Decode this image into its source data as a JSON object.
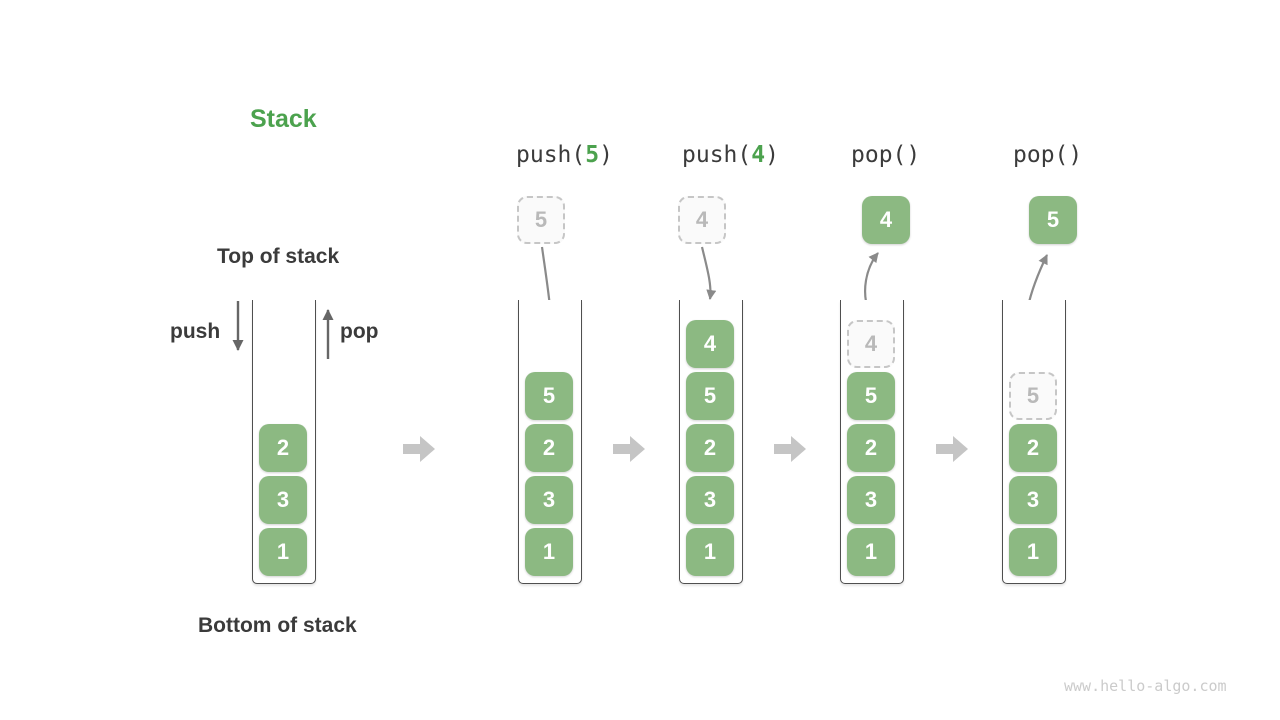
{
  "title": "Stack",
  "watermark": "www.hello-algo.com",
  "labels": {
    "top_of_stack": "Top of stack",
    "bottom_of_stack": "Bottom of stack",
    "push": "push",
    "pop": "pop"
  },
  "operations": [
    {
      "prefix": "push(",
      "arg": "5",
      "suffix": ")"
    },
    {
      "prefix": "push(",
      "arg": "4",
      "suffix": ")"
    },
    {
      "prefix": "pop()",
      "arg": "",
      "suffix": ""
    },
    {
      "prefix": "pop()",
      "arg": "",
      "suffix": ""
    }
  ],
  "floating_cells": [
    {
      "style": "dashed",
      "value": "5",
      "meaning": "element being pushed"
    },
    {
      "style": "dashed",
      "value": "4",
      "meaning": "element being pushed"
    },
    {
      "style": "solid",
      "value": "4",
      "meaning": "element popped out"
    },
    {
      "style": "solid",
      "value": "5",
      "meaning": "element popped out"
    }
  ],
  "stacks": [
    {
      "name": "initial",
      "cells": [
        {
          "style": "solid",
          "value": "2"
        },
        {
          "style": "solid",
          "value": "3"
        },
        {
          "style": "solid",
          "value": "1"
        }
      ]
    },
    {
      "name": "after push(5)",
      "cells": [
        {
          "style": "solid",
          "value": "5"
        },
        {
          "style": "solid",
          "value": "2"
        },
        {
          "style": "solid",
          "value": "3"
        },
        {
          "style": "solid",
          "value": "1"
        }
      ]
    },
    {
      "name": "after push(4)",
      "cells": [
        {
          "style": "solid",
          "value": "4"
        },
        {
          "style": "solid",
          "value": "5"
        },
        {
          "style": "solid",
          "value": "2"
        },
        {
          "style": "solid",
          "value": "3"
        },
        {
          "style": "solid",
          "value": "1"
        }
      ]
    },
    {
      "name": "after pop() returning 4",
      "cells": [
        {
          "style": "dashed",
          "value": "4"
        },
        {
          "style": "solid",
          "value": "5"
        },
        {
          "style": "solid",
          "value": "2"
        },
        {
          "style": "solid",
          "value": "3"
        },
        {
          "style": "solid",
          "value": "1"
        }
      ]
    },
    {
      "name": "after pop() returning 5",
      "cells": [
        {
          "style": "dashed",
          "value": "5"
        },
        {
          "style": "solid",
          "value": "2"
        },
        {
          "style": "solid",
          "value": "3"
        },
        {
          "style": "solid",
          "value": "1"
        }
      ]
    }
  ],
  "colors": {
    "cell_green": "#8CB982",
    "accent_green": "#4CA24E",
    "text_dark": "#3B3B3B",
    "curve_arrow_gray": "#8A8A8A",
    "push_pop_arrow_gray": "#666666",
    "block_arrow_gray": "#C5C5C5",
    "dashed_border": "#C6C6C6",
    "dashed_text": "#B9B9B9",
    "container_border": "#4F4F4F",
    "watermark_gray": "#CBCBCB"
  }
}
